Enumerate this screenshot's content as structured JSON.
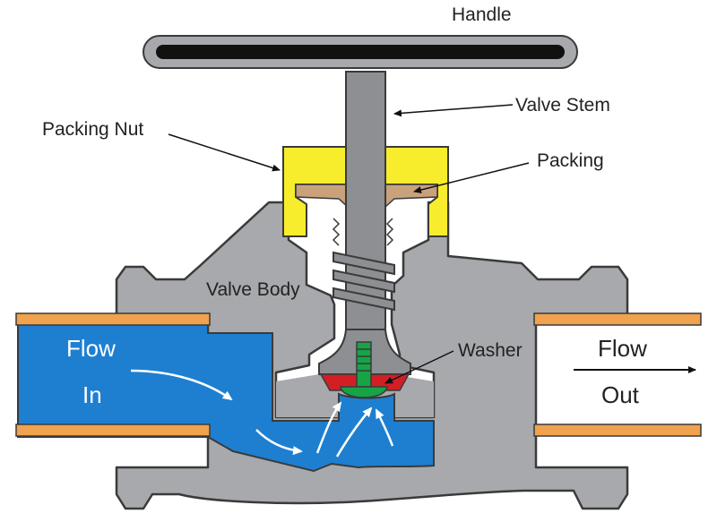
{
  "labels": {
    "handle": "Handle",
    "valve_stem": "Valve Stem",
    "packing_nut": "Packing Nut",
    "packing": "Packing",
    "valve_body": "Valve Body",
    "washer": "Washer"
  },
  "flow_in": {
    "line1": "Flow",
    "line2": "In"
  },
  "flow_out": {
    "line1": "Flow",
    "line2": "Out"
  },
  "colors": {
    "body": "#a7a9ac",
    "outline": "#3a3a3a",
    "water": "#1e7fd1",
    "pipe": "#f0a24e",
    "nut": "#f7ed2c",
    "packing": "#c9a27c",
    "washer": "#d21f26",
    "screw": "#17a346",
    "handle": "#111111"
  },
  "icons": [
    "arrow-icon",
    "flow-arrow-icon",
    "thread-icon"
  ]
}
